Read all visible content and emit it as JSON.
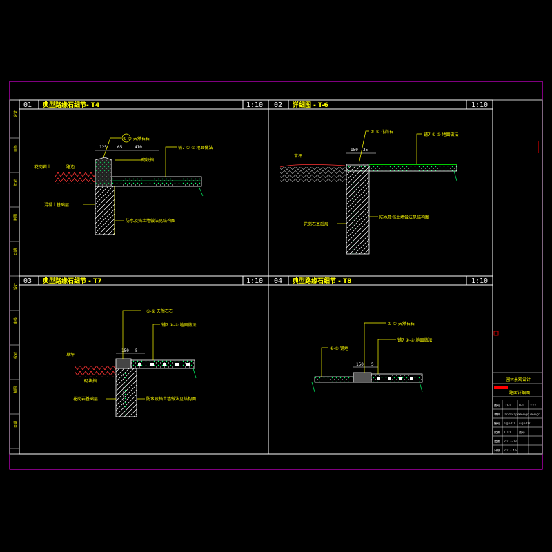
{
  "colors": {
    "background": "#000000",
    "sheet_border": "#ff00ff",
    "frame": "#ffffff",
    "title_text": "#ffff00",
    "dimension": "#ffffff",
    "callout_text": "#ffff00",
    "leader": "#ffff00",
    "grass": "#00cc00",
    "soil": "#ff3333",
    "concrete": "#00ffff",
    "rebar": "#ff3333",
    "accent_red": "#ff0000"
  },
  "panels": [
    {
      "number": "01",
      "title": "典型路缘石细节- T4",
      "scale": "1:10",
      "callouts": [
        "①-① 天然石石",
        "铺7 ①-① 地面做法",
        "花岗岩土",
        "路边",
        "砌块挡",
        "混凝土基础层",
        "防水及挡土墙做法见结构图"
      ],
      "dims": [
        "125",
        "65",
        "410"
      ]
    },
    {
      "number": "02",
      "title": "详细图 - T-6",
      "scale": "1:10",
      "callouts": [
        "①-① 花岗石",
        "铺7 ①-① 地面做法",
        "草坪",
        "花岗石基础层",
        "防水及挡土墙做法见结构图"
      ],
      "dims": [
        "150",
        "35"
      ]
    },
    {
      "number": "03",
      "title": "典型路缘石细节 - T7",
      "scale": "1:10",
      "callouts": [
        "①-① 天然石石",
        "铺7 ①-① 地面做法",
        "草坪",
        "砌块挡",
        "花岗岩基础层",
        "防水及挡土墙做法见结构图"
      ],
      "dims": [
        "150",
        "5"
      ]
    },
    {
      "number": "04",
      "title": "典型路缘石细节 - T8",
      "scale": "1:10",
      "callouts": [
        "①-① 天然石石",
        "①-① 铺地",
        "铺7 ①-① 地面做法"
      ],
      "dims": [
        "150",
        "5"
      ]
    }
  ],
  "left_strip": [
    "设计",
    "审核",
    "校对",
    "制图",
    "日期",
    "设计",
    "审核",
    "校对",
    "制图",
    "日期"
  ],
  "title_block": {
    "company": "园林景观设计",
    "drawing_name": "路面详细图",
    "rows": [
      [
        "图号",
        "LD-1",
        "0-1",
        "XXX"
      ],
      [
        "项目",
        "landscape",
        "design",
        "design"
      ],
      [
        "编号",
        "sign-01",
        "sign-02",
        ""
      ],
      [
        "比例",
        "1:10",
        "图号",
        ""
      ],
      [
        "出图",
        "2013-03",
        "",
        ""
      ],
      [
        "日期",
        "2013.4.8",
        "",
        ""
      ]
    ]
  }
}
